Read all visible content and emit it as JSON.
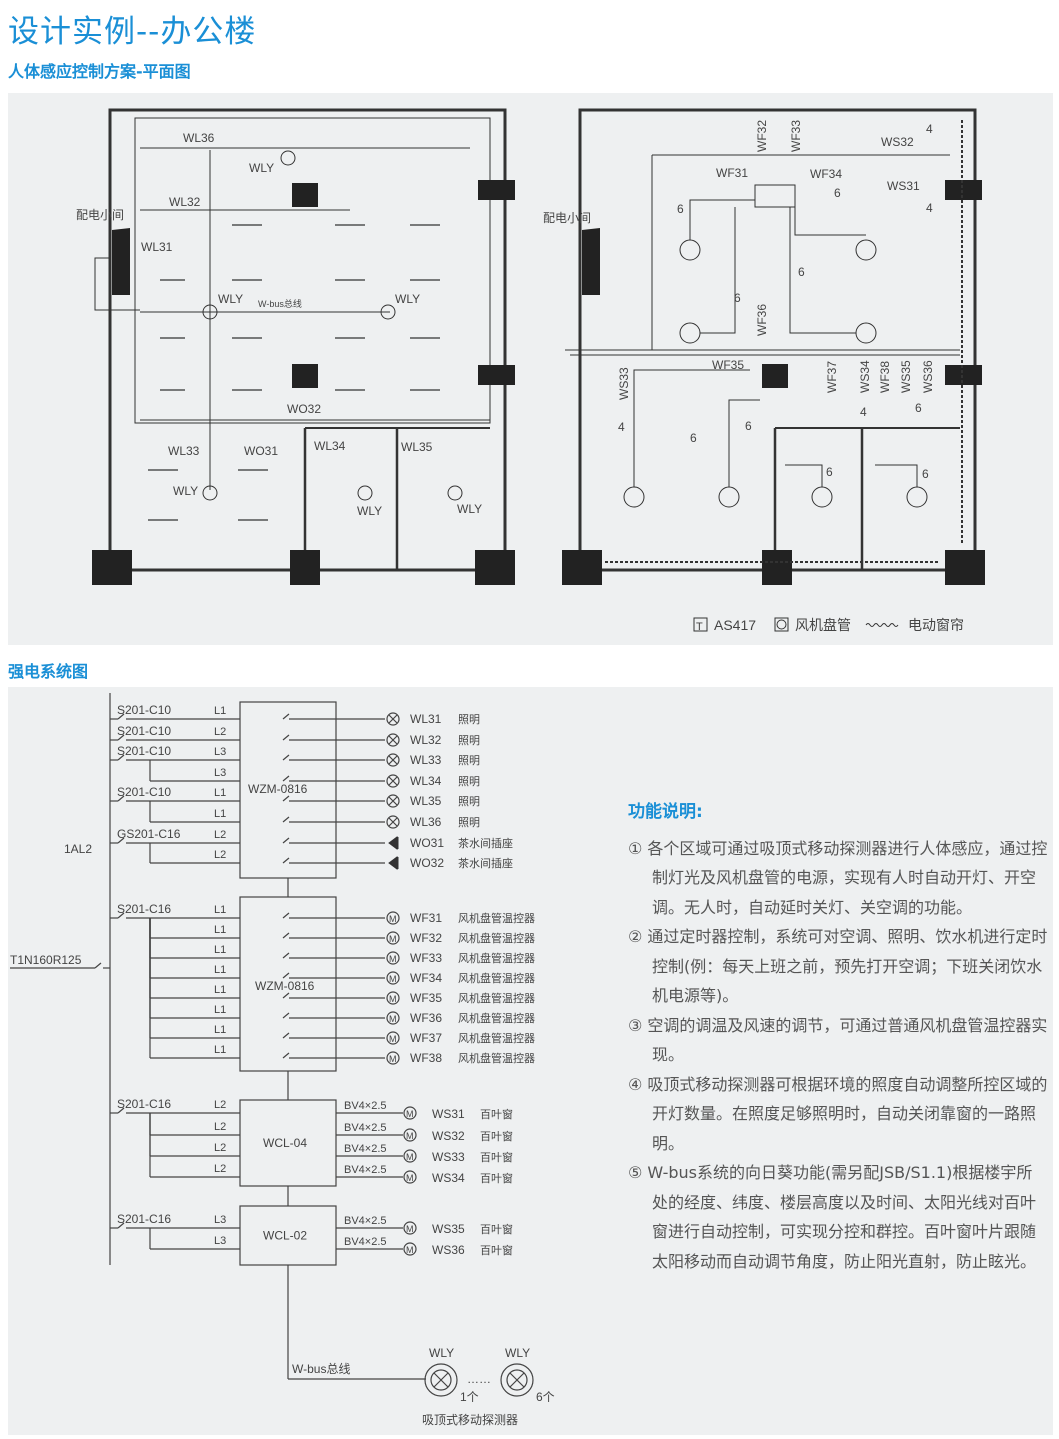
{
  "title": "设计实例--办公楼",
  "plan_heading": "人体感应控制方案-平面图",
  "system_heading": "强电系统图",
  "colors": {
    "accent": "#1a8fd6",
    "panel": "#eef0f1",
    "line": "#555555"
  },
  "plan_left": {
    "labels": [
      "WL36",
      "WLY",
      "WL32",
      "配电小间",
      "WL31",
      "WLY",
      "W-bus总线",
      "WLY",
      "WO32",
      "WL33",
      "WO31",
      "WL34",
      "WL35",
      "WLY",
      "WLY",
      "WLY"
    ]
  },
  "plan_right": {
    "labels": [
      "配电小间",
      "WS32",
      "WF31",
      "WF34",
      "WS31",
      "WF35",
      "4",
      "6",
      "6",
      "6",
      "6",
      "4",
      "6",
      "6",
      "6",
      "4",
      "4",
      "6",
      "6"
    ],
    "vertical_labels": [
      "WF32",
      "WF33",
      "WF36",
      "WS33",
      "WF37",
      "WS34",
      "WF38",
      "WS35",
      "WS36"
    ]
  },
  "legend": [
    {
      "icon": "thermostat-icon",
      "symbol": "T",
      "label": "AS417"
    },
    {
      "icon": "fan-coil-icon",
      "label": "风机盘管"
    },
    {
      "icon": "curtain-icon",
      "label": "电动窗帘"
    }
  ],
  "schematic": {
    "panel_label": "1AL2",
    "main_breaker": "T1N160R125",
    "block1": {
      "name": "WZM-0816",
      "breakers": [
        "S201-C10",
        "S201-C10",
        "S201-C10",
        "S201-C10",
        "GS201-C16"
      ],
      "phases": [
        "L1",
        "L2",
        "L3",
        "L3",
        "L1",
        "L1",
        "L2",
        "L2"
      ],
      "outputs": [
        {
          "id": "WL31",
          "desc": "照明",
          "icon": "lamp"
        },
        {
          "id": "WL32",
          "desc": "照明",
          "icon": "lamp"
        },
        {
          "id": "WL33",
          "desc": "照明",
          "icon": "lamp"
        },
        {
          "id": "WL34",
          "desc": "照明",
          "icon": "lamp"
        },
        {
          "id": "WL35",
          "desc": "照明",
          "icon": "lamp"
        },
        {
          "id": "WL36",
          "desc": "照明",
          "icon": "lamp"
        },
        {
          "id": "WO31",
          "desc": "茶水间插座",
          "icon": "socket"
        },
        {
          "id": "WO32",
          "desc": "茶水间插座",
          "icon": "socket"
        }
      ]
    },
    "block2": {
      "name": "WZM-0816",
      "breakers": [
        "S201-C16"
      ],
      "phases": [
        "L1",
        "L1",
        "L1",
        "L1",
        "L1",
        "L1",
        "L1",
        "L1"
      ],
      "outputs": [
        {
          "id": "WF31",
          "desc": "风机盘管温控器"
        },
        {
          "id": "WF32",
          "desc": "风机盘管温控器"
        },
        {
          "id": "WF33",
          "desc": "风机盘管温控器"
        },
        {
          "id": "WF34",
          "desc": "风机盘管温控器"
        },
        {
          "id": "WF35",
          "desc": "风机盘管温控器"
        },
        {
          "id": "WF36",
          "desc": "风机盘管温控器"
        },
        {
          "id": "WF37",
          "desc": "风机盘管温控器"
        },
        {
          "id": "WF38",
          "desc": "风机盘管温控器"
        }
      ]
    },
    "block3": {
      "name": "WCL-04",
      "breakers": [
        "S201-C16"
      ],
      "phases": [
        "L2",
        "L2",
        "L2",
        "L2"
      ],
      "cable": "BV4×2.5",
      "outputs": [
        {
          "id": "WS31",
          "desc": "百叶窗"
        },
        {
          "id": "WS32",
          "desc": "百叶窗"
        },
        {
          "id": "WS33",
          "desc": "百叶窗"
        },
        {
          "id": "WS34",
          "desc": "百叶窗"
        }
      ]
    },
    "block4": {
      "name": "WCL-02",
      "breakers": [
        "S201-C16"
      ],
      "phases": [
        "L3",
        "L3"
      ],
      "cable": "BV4×2.5",
      "outputs": [
        {
          "id": "WS35",
          "desc": "百叶窗"
        },
        {
          "id": "WS36",
          "desc": "百叶窗"
        }
      ]
    },
    "bus_label": "W-bus总线",
    "detectors": [
      {
        "label": "WLY",
        "count": "1个"
      },
      {
        "label": "WLY",
        "count": "6个"
      }
    ],
    "detector_dots": "……",
    "detector_caption": "吸顶式移动探测器"
  },
  "functions": {
    "heading": "功能说明:",
    "items": [
      "① 各个区域可通过吸顶式移动探测器进行人体感应，通过控制灯光及风机盘管的电源，实现有人时自动开灯、开空调。无人时，自动延时关灯、关空调的功能。",
      "② 通过定时器控制，系统可对空调、照明、饮水机进行定时控制(例：每天上班之前，预先打开空调；下班关闭饮水机电源等)。",
      "③ 空调的调温及风速的调节，可通过普通风机盘管温控器实现。",
      "④ 吸顶式移动探测器可根据环境的照度自动调整所控区域的开灯数量。在照度足够照明时，自动关闭靠窗的一路照明。",
      "⑤ W-bus系统的向日葵功能(需另配JSB/S1.1)根据楼宇所处的经度、纬度、楼层高度以及时间、太阳光线对百叶窗进行自动控制，可实现分控和群控。百叶窗叶片跟随太阳移动而自动调节角度，防止阳光直射，防止眩光。"
    ]
  }
}
